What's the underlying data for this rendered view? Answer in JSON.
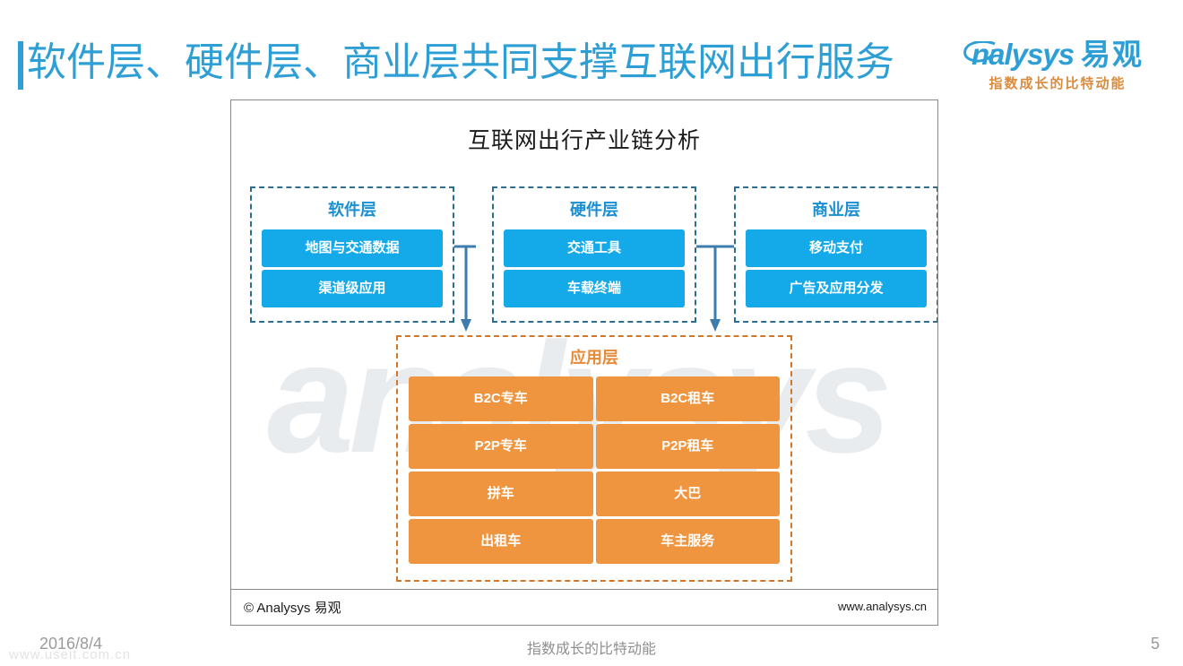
{
  "header": {
    "title": "软件层、硬件层、商业层共同支撑互联网出行服务",
    "accent_color": "#2e9fd4"
  },
  "logo": {
    "wordmark_en": "nalysys",
    "wordmark_cn": "易观",
    "tagline": "指数成长的比特动能",
    "brand_color": "#2e9fd4",
    "tagline_color": "#d98b3e"
  },
  "diagram": {
    "title": "互联网出行产业链分析",
    "watermark": "analysys",
    "blue_fill": "#14a9e8",
    "orange_fill": "#f0953f",
    "dashed_blue": "#2d6e8e",
    "dashed_orange": "#d2762a",
    "connector_color": "#3e7cad",
    "layers": [
      {
        "id": "software",
        "title": "软件层",
        "items": [
          "地图与交通数据",
          "渠道级应用"
        ]
      },
      {
        "id": "hardware",
        "title": "硬件层",
        "items": [
          "交通工具",
          "车载终端"
        ]
      },
      {
        "id": "business",
        "title": "商业层",
        "items": [
          "移动支付",
          "广告及应用分发"
        ]
      }
    ],
    "application_layer": {
      "title": "应用层",
      "items": [
        "B2C专车",
        "B2C租车",
        "P2P专车",
        "P2P租车",
        "拼车",
        "大巴",
        "出租车",
        "车主服务"
      ]
    },
    "footer": {
      "copyright": "© Analysys 易观",
      "url": "www.analysys.cn"
    }
  },
  "slide_footer": {
    "date": "2016/8/4",
    "center_text": "指数成长的比特动能",
    "page_number": "5",
    "watermark": "www.useit.com.cn"
  }
}
